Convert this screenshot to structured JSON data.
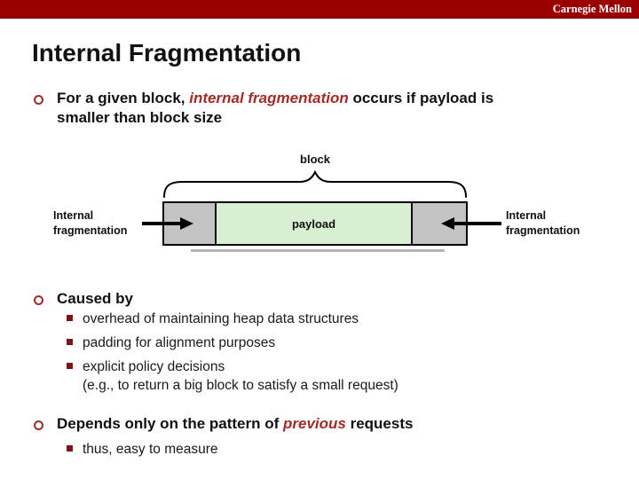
{
  "header": {
    "brand": "Carnegie Mellon",
    "bar_color": "#9a0000"
  },
  "title": "Internal Fragmentation",
  "bullets": {
    "intro": {
      "pre": "For a given block, ",
      "em": "internal fragmentation",
      "post": " occurs if payload is smaller than block size"
    },
    "caused_by": {
      "label": "Caused by",
      "items": [
        {
          "text": "overhead of maintaining heap data structures"
        },
        {
          "text": "padding for alignment purposes"
        },
        {
          "text": "explicit policy decisions",
          "note": "(e.g., to return a big block to satisfy a small request)"
        }
      ]
    },
    "depends": {
      "pre": "Depends only on the pattern of ",
      "em": "previous",
      "post": " requests",
      "items": [
        {
          "text": "thus, easy to measure"
        }
      ]
    }
  },
  "diagram": {
    "block_label": "block",
    "payload_label": "payload",
    "left_label": "Internal fragmentation",
    "right_label": "Internal fragmentation",
    "colors": {
      "segment_gray": "#c3c3c3",
      "payload_green": "#d8efd2",
      "box_border": "#000000",
      "accent_red": "#a02b28",
      "square_bullet_red": "#7d1517"
    }
  }
}
